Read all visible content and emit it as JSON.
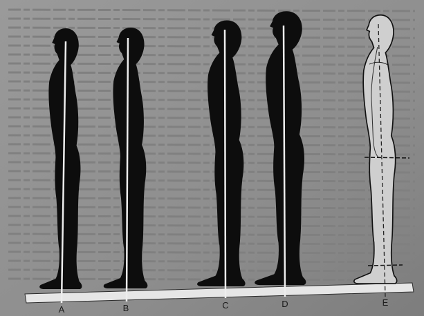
{
  "figures": [
    {
      "id": "a",
      "label": "A"
    },
    {
      "id": "b",
      "label": "B"
    },
    {
      "id": "c",
      "label": "C"
    },
    {
      "id": "d",
      "label": "D"
    },
    {
      "id": "e",
      "label": "E"
    }
  ],
  "colors": {
    "page": "#8f8f8f",
    "silhouette": "#0d0d0d",
    "board": "#e6e6e6",
    "plumb_line": "#ededed"
  }
}
